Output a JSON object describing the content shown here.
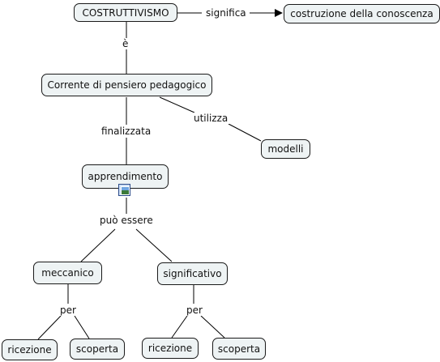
{
  "nodes": {
    "costruttivismo": "COSTRUTTIVISMO",
    "costruzione": "costruzione della conoscenza",
    "corrente": "Corrente di pensiero pedagogico",
    "modelli": "modelli",
    "apprendimento": "apprendimento",
    "meccanico": "meccanico",
    "significativo": "significativo",
    "ricezione_1": "ricezione",
    "scoperta_1": "scoperta",
    "ricezione_2": "ricezione",
    "scoperta_2": "scoperta"
  },
  "links": {
    "significa": "significa",
    "e": "è",
    "finalizzata": "finalizzata",
    "utilizza": "utilizza",
    "puo_essere": "può essere",
    "per_1": "per",
    "per_2": "per"
  },
  "icons": {
    "attachment": "image-resource-icon"
  }
}
